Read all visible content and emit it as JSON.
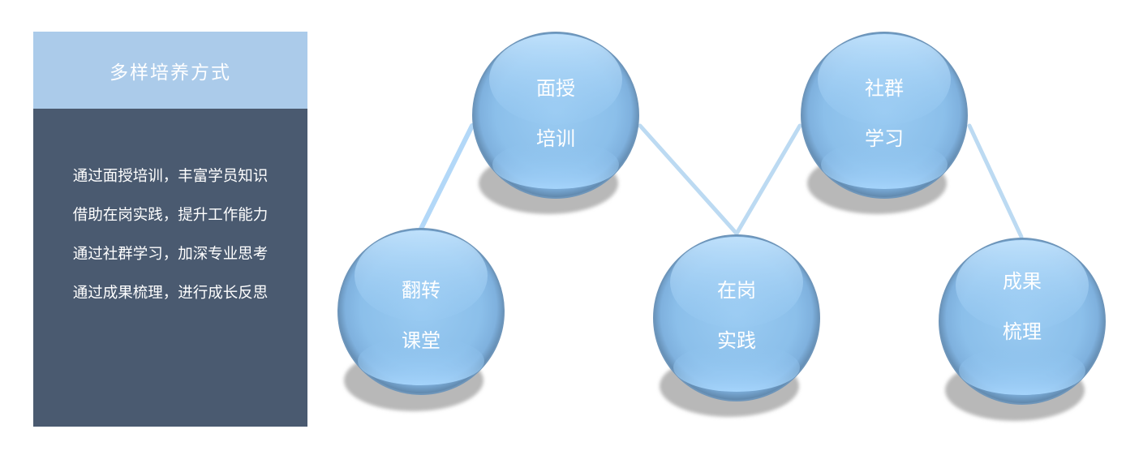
{
  "panel": {
    "title": "多样培养方式",
    "items": [
      "通过面授培训，丰富学员知识",
      "借助在岗实践，提升工作能力",
      "通过社群学习，加深专业思考",
      "通过成果梳理，进行成长反思"
    ]
  },
  "nodes": [
    {
      "lines": [
        "翻转",
        "课堂"
      ]
    },
    {
      "lines": [
        "面授",
        "培训"
      ]
    },
    {
      "lines": [
        "在岗",
        "实践"
      ]
    },
    {
      "lines": [
        "社群",
        "学习"
      ]
    },
    {
      "lines": [
        "成果",
        "梳理"
      ]
    }
  ],
  "colors": {
    "panel_body": "#4a5a70",
    "panel_header": "#abcbea",
    "sphere_light": "#a9d6fb",
    "sphere_mid": "#8ec3ee",
    "sphere_rim": "#5d84a8",
    "connector": "#b9daf4",
    "shadow": "#b7b7b7",
    "text": "#ffffff"
  }
}
